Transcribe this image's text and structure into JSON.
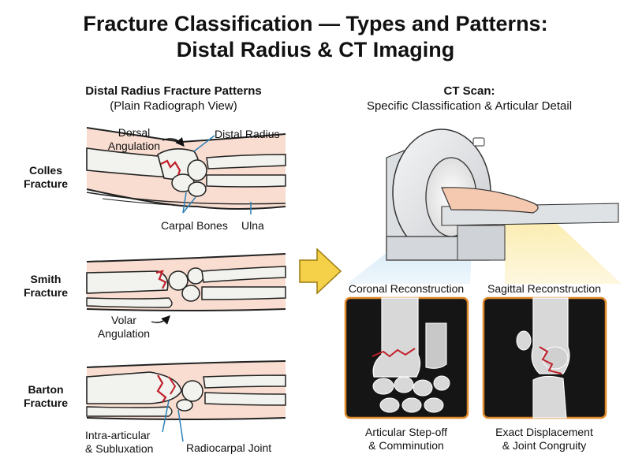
{
  "title": {
    "line1": "Fracture Classification — Types and Patterns:",
    "line2": "Distal Radius & CT Imaging"
  },
  "left_section": {
    "heading": "Distal Radius Fracture Patterns",
    "subheading": "(Plain Radiograph View)"
  },
  "right_section": {
    "heading": "CT Scan:",
    "subheading": "Specific Classification & Articular Detail"
  },
  "fractures": [
    {
      "name": "Colles Fracture",
      "line1": "Colles",
      "line2": "Fracture",
      "labels": {
        "angulation_1": "Dorsal",
        "angulation_2": "Angulation",
        "distal_radius": "Distal Radius",
        "carpal_bones": "Carpal Bones",
        "ulna": "Ulna"
      }
    },
    {
      "name": "Smith Fracture",
      "line1": "Smith",
      "line2": "Fracture",
      "labels": {
        "angulation_1": "Volar",
        "angulation_2": "Angulation"
      }
    },
    {
      "name": "Barton Fracture",
      "line1": "Barton",
      "line2": "Fracture",
      "labels": {
        "intra_1": "Intra-articular",
        "intra_2": "& Subluxation",
        "joint": "Radiocarpal Joint"
      }
    }
  ],
  "ct_views": [
    {
      "title": "Coronal Reconstruction",
      "caption_1": "Articular Step-off",
      "caption_2": "& Comminution"
    },
    {
      "title": "Sagittal Reconstruction",
      "caption_1": "Exact Displacement",
      "caption_2": "& Joint Congruity"
    }
  ],
  "colors": {
    "skin": "#f8ddd0",
    "bone": "#f2f2ee",
    "outline": "#222222",
    "fracture": "#c0202a",
    "pointer": "#2b7fb8",
    "arrow": "#f5d14a",
    "panel_border": "#e08a2a",
    "panel_bg": "#151515",
    "beam_blue": "#bcdcf2",
    "beam_yellow": "#fbeaa6"
  },
  "icons": [
    "right-arrow-icon",
    "ct-scanner-icon"
  ]
}
